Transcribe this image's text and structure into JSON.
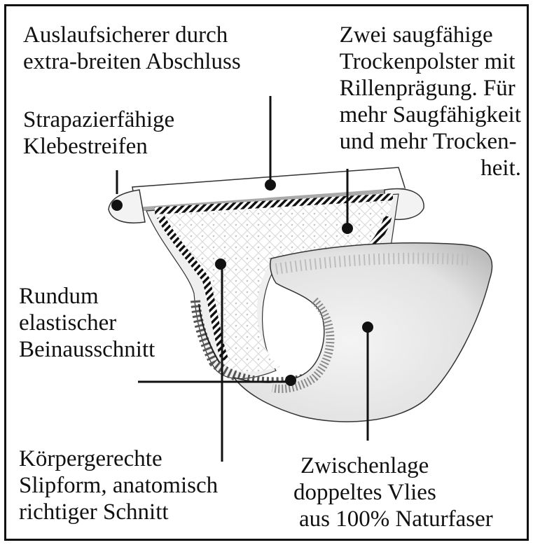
{
  "colors": {
    "ink": "#111111",
    "paper": "#ffffff",
    "shade": "#cfcfcf"
  },
  "labels": {
    "rim": [
      "Auslaufsicherer durch",
      "extra-breiten Abschluss"
    ],
    "tapes": [
      "Strapazierfähige",
      "Klebestreifen"
    ],
    "pads": [
      "Zwei saugfähige",
      "Trockenpolster mit",
      "Rillenprägung. Für",
      "mehr Saugfähigkeit",
      "und mehr Trocken-",
      "heit."
    ],
    "leg": [
      "Rundum",
      "elastischer",
      "Beinausschnitt"
    ],
    "fit": [
      "Körpergerechte",
      "Slipform, anatomisch",
      "richtiger Schnitt"
    ],
    "fleece": [
      "Zwischenlage",
      "doppeltes Vlies",
      "aus 100% Naturfaser"
    ]
  }
}
